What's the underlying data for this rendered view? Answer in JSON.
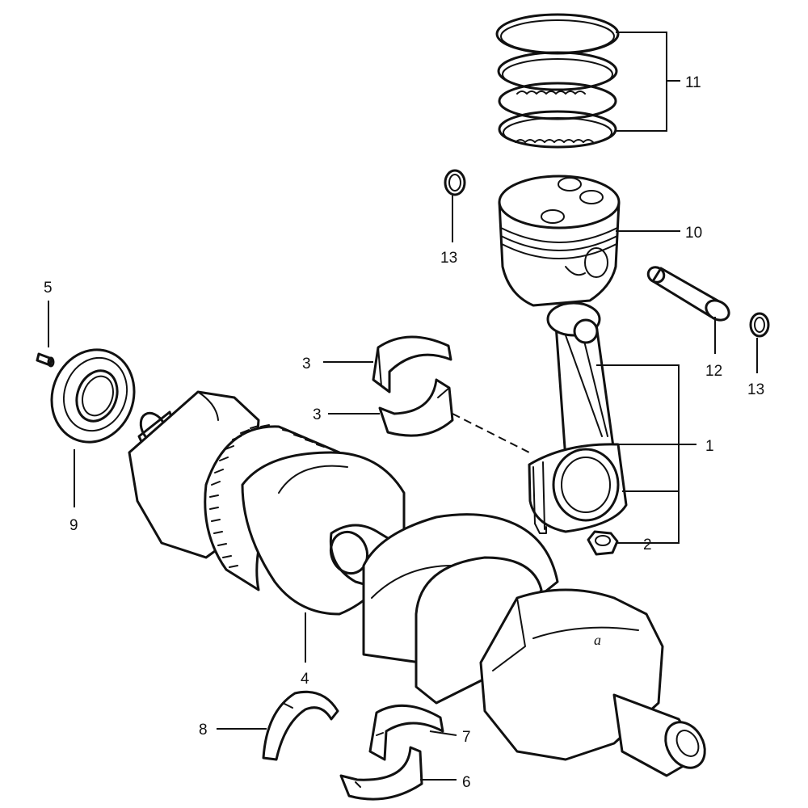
{
  "callouts": {
    "c1": "1",
    "c2": "2",
    "c3a": "3",
    "c3b": "3",
    "c4": "4",
    "c5": "5",
    "c6": "6",
    "c7": "7",
    "c8": "8",
    "c9": "9",
    "c10": "10",
    "c11": "11",
    "c12": "12",
    "c13a": "13",
    "c13b": "13"
  },
  "marks": {
    "crank_web_mark": "a"
  }
}
